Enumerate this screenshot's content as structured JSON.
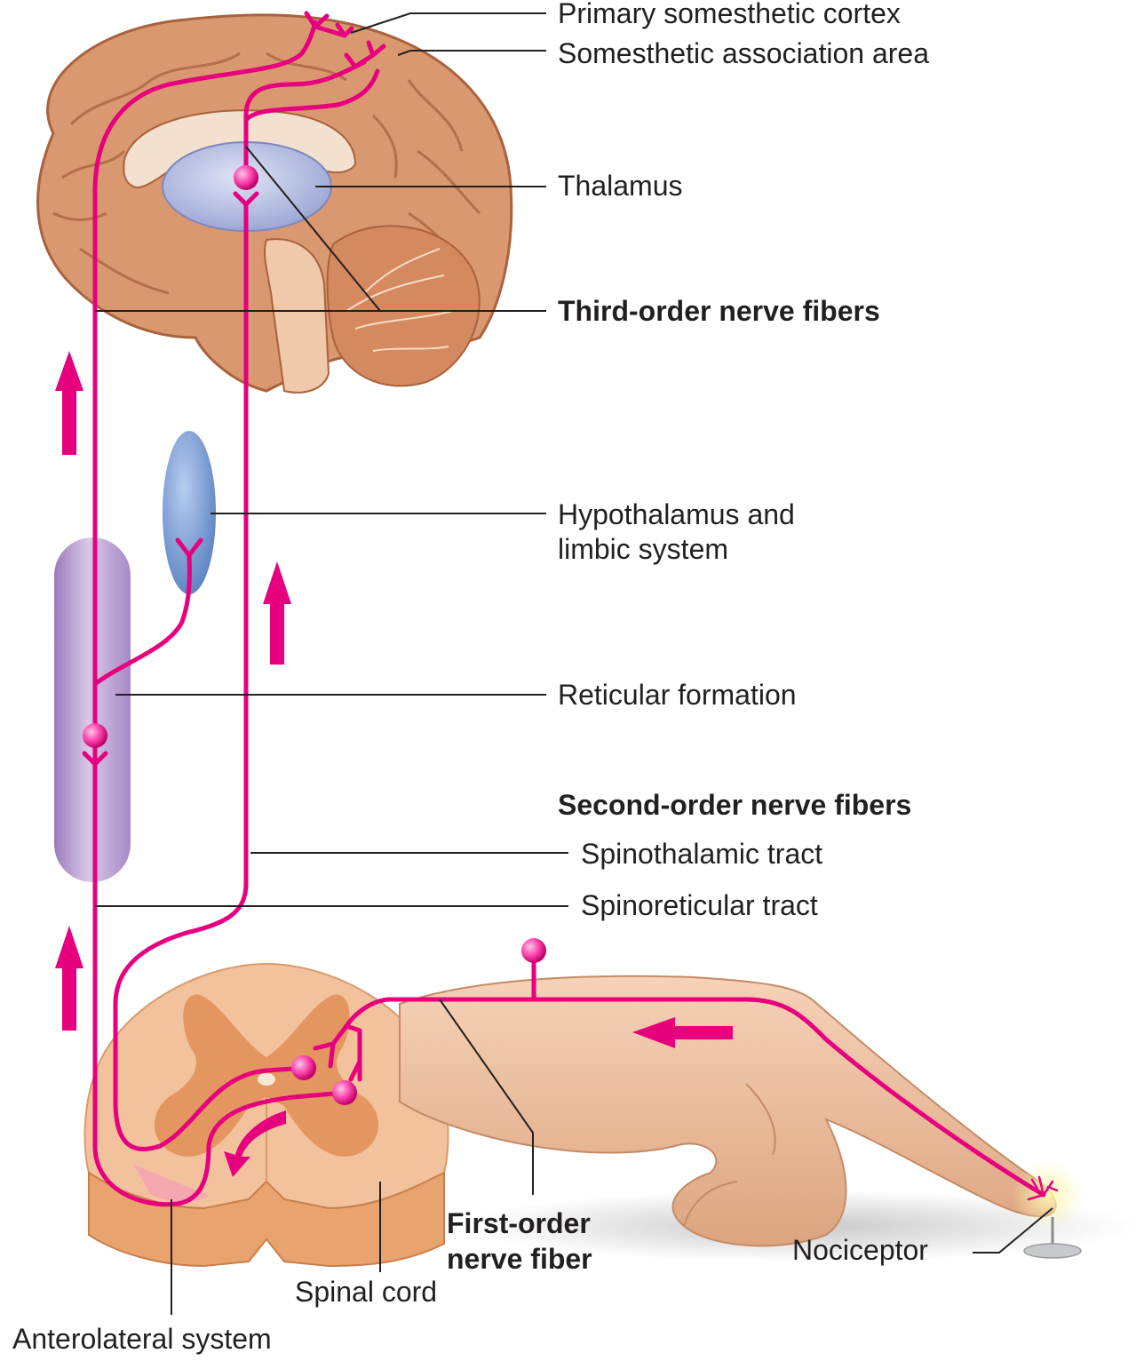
{
  "colors": {
    "nerve": "#e6007e",
    "brain": "#d99a74",
    "brain_dark": "#a8623e",
    "thalamus": "#a9b3dc",
    "hypothalamus": "#6f93cf",
    "reticular": "#b79ad0",
    "spinal_cord": "#f2c29c",
    "spinal_gray": "#e3965f",
    "skin": "#f0c3a4"
  },
  "labels": {
    "primary_cortex": "Primary somesthetic cortex",
    "association_area": "Somesthetic association area",
    "thalamus": "Thalamus",
    "third_order": "Third-order nerve fibers",
    "hypothalamus_line1": "Hypothalamus and",
    "hypothalamus_line2": "limbic system",
    "reticular": "Reticular formation",
    "second_order": "Second-order nerve fibers",
    "spinothalamic": "Spinothalamic tract",
    "spinoreticular": "Spinoreticular tract",
    "first_order_line1": "First-order",
    "first_order_line2": "nerve fiber",
    "nociceptor": "Nociceptor",
    "spinal_cord": "Spinal cord",
    "anterolateral": "Anterolateral system"
  },
  "icons": {
    "arrows": "arrow-up-icon, arrow-left-icon, curved-arrow-icon",
    "pin": "thumbtack-icon"
  }
}
